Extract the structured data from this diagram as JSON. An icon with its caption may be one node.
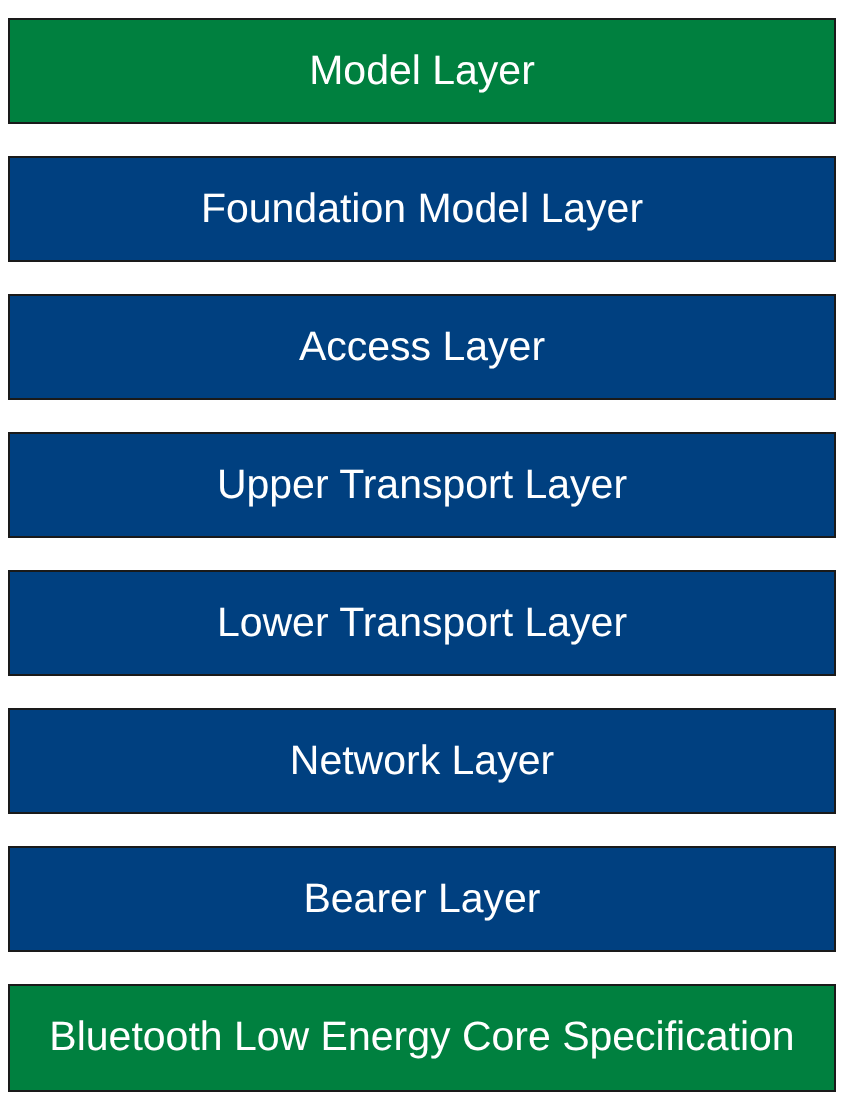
{
  "diagram": {
    "nodes": [
      {
        "text": [
          "Model Layer"
        ]
      },
      {
        "text": [
          "Foundation Model Layer"
        ]
      },
      {
        "text": [
          "Access Layer"
        ]
      },
      {
        "text": [
          "Upper Transport Layer"
        ]
      },
      {
        "text": [
          "Lower Transport Layer"
        ]
      },
      {
        "text": [
          "Network Layer"
        ]
      },
      {
        "text": [
          "Bearer Layer"
        ]
      },
      {
        "text": [
          "Bluetooth Low Energy Core Specification"
        ]
      }
    ]
  }
}
